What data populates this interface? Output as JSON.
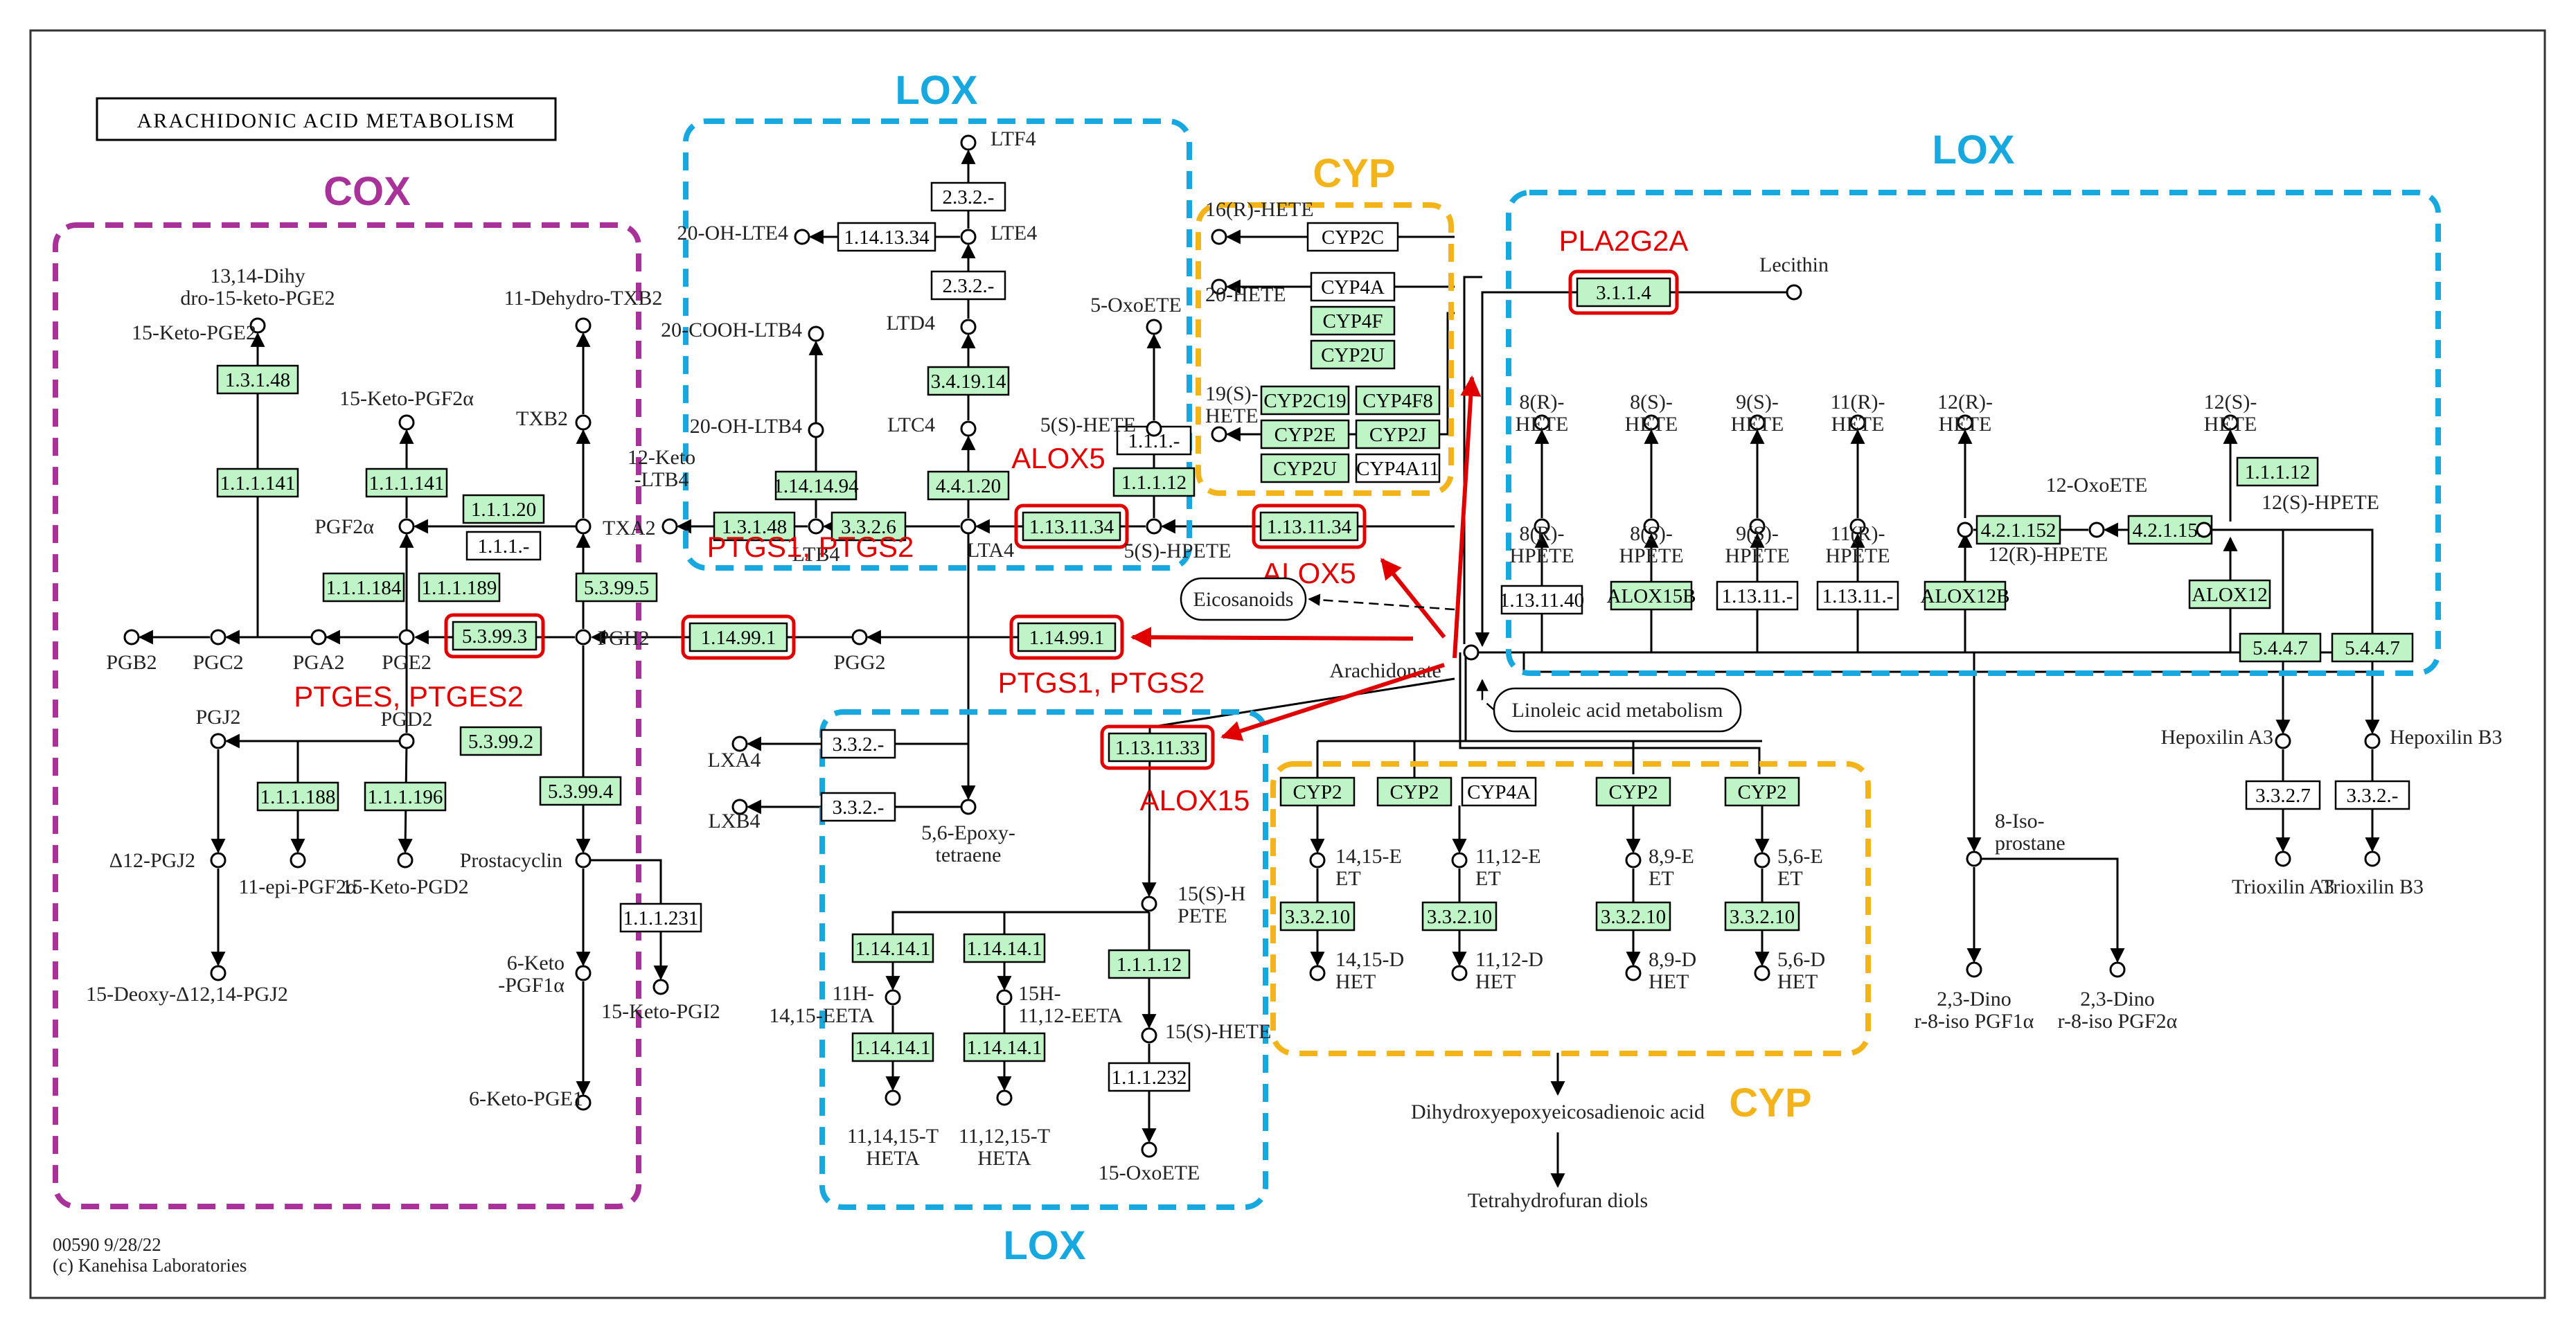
{
  "diagram": {
    "title": "ARACHIDONIC ACID METABOLISM",
    "footer": [
      "00590 9/28/22",
      "(c) Kanehisa Laboratories"
    ],
    "groups": [
      {
        "label": "COX",
        "color": "#a8329a"
      },
      {
        "label": "LOX",
        "color": "#18a8e0"
      },
      {
        "label": "CYP",
        "color": "#f3b41b"
      },
      {
        "label": "LOX",
        "color": "#18a8e0"
      },
      {
        "label": "LOX",
        "color": "#18a8e0"
      },
      {
        "label": "CYP",
        "color": "#f3b41b"
      }
    ],
    "compounds": [
      {
        "id": "ara",
        "text": "Arachidonate"
      },
      {
        "id": "pgh2",
        "text": "PGH2"
      },
      {
        "id": "pgg2",
        "text": "PGG2"
      },
      {
        "id": "pge2",
        "text": "PGE2"
      },
      {
        "id": "pgd2",
        "text": "PGD2"
      },
      {
        "id": "pga2",
        "text": "PGA2"
      },
      {
        "id": "pgc2",
        "text": "PGC2"
      },
      {
        "id": "pgb2",
        "text": "PGB2"
      },
      {
        "id": "pgf2a",
        "text": "PGF2α"
      },
      {
        "id": "pgj2",
        "text": "PGJ2"
      },
      {
        "id": "d12pgj2",
        "text": "Δ12-PGJ2"
      },
      {
        "id": "ddpgj2",
        "text": "15-Deoxy-Δ12,14-PGJ2"
      },
      {
        "id": "epipgf",
        "text": "11-epi-PGF2α"
      },
      {
        "id": "kpgd2",
        "text": "15-Keto-PGD2"
      },
      {
        "id": "kpge2",
        "text": "15-Keto-PGE2"
      },
      {
        "id": "dhkpge2",
        "text": "13,14-Dihydro-15-keto-PGE2"
      },
      {
        "id": "kpgf",
        "text": "15-Keto-PGF2α"
      },
      {
        "id": "txa2",
        "text": "TXA2"
      },
      {
        "id": "txb2",
        "text": "TXB2"
      },
      {
        "id": "dtxb2",
        "text": "11-Dehydro-TXB2"
      },
      {
        "id": "pgi2",
        "text": "Prostacyclin"
      },
      {
        "id": "kpgf1a",
        "text": "6-Keto-PGF1α"
      },
      {
        "id": "kpgi2",
        "text": "15-Keto-PGI2"
      },
      {
        "id": "kpge1",
        "text": "6-Keto-PGE1"
      },
      {
        "id": "lta4",
        "text": "LTA4"
      },
      {
        "id": "ltb4",
        "text": "LTB4"
      },
      {
        "id": "ltc4",
        "text": "LTC4"
      },
      {
        "id": "ltd4",
        "text": "LTD4"
      },
      {
        "id": "lte4",
        "text": "LTE4"
      },
      {
        "id": "ltf4",
        "text": "LTF4"
      },
      {
        "id": "ohlte4",
        "text": "20-OH-LTE4"
      },
      {
        "id": "cooh",
        "text": "20-COOH-LTB4"
      },
      {
        "id": "ohltb4",
        "text": "20-OH-LTB4"
      },
      {
        "id": "kltb4",
        "text": "12-Keto-LTB4"
      },
      {
        "id": "oxoete5",
        "text": "5-OxoETE"
      },
      {
        "id": "hete5s",
        "text": "5(S)-HETE"
      },
      {
        "id": "hpete5s",
        "text": "5(S)-HPETE"
      },
      {
        "id": "lxa4",
        "text": "LXA4"
      },
      {
        "id": "lxb4",
        "text": "LXB4"
      },
      {
        "id": "epoxy",
        "text": "5,6-Epoxy-tetraene"
      },
      {
        "id": "hpete15",
        "text": "15(S)-HPETE"
      },
      {
        "id": "hete15",
        "text": "15(S)-HETE"
      },
      {
        "id": "oxoete15",
        "text": "15-OxoETE"
      },
      {
        "id": "heeta11",
        "text": "11H-14,15-EETA"
      },
      {
        "id": "heeta15",
        "text": "15H-11,12-EETA"
      },
      {
        "id": "theta1",
        "text": "11,14,15-THETA"
      },
      {
        "id": "theta2",
        "text": "11,12,15-THETA"
      },
      {
        "id": "hete16",
        "text": "16(R)-HETE"
      },
      {
        "id": "hete20",
        "text": "20-HETE"
      },
      {
        "id": "hete19",
        "text": "19(S)-HETE"
      },
      {
        "id": "lecithin",
        "text": "Lecithin"
      },
      {
        "id": "hete8r",
        "text": "8(R)-HETE"
      },
      {
        "id": "hete8s",
        "text": "8(S)-HETE"
      },
      {
        "id": "hete9s",
        "text": "9(S)-HETE"
      },
      {
        "id": "hete11r",
        "text": "11(R)-HETE"
      },
      {
        "id": "hete12r",
        "text": "12(R)-HETE"
      },
      {
        "id": "hete12s",
        "text": "12(S)-HETE"
      },
      {
        "id": "hpete8r",
        "text": "8(R)-HPETE"
      },
      {
        "id": "hpete8s",
        "text": "8(S)-HPETE"
      },
      {
        "id": "hpete9s",
        "text": "9(S)-HPETE"
      },
      {
        "id": "hpete11r",
        "text": "11(R)-HPETE"
      },
      {
        "id": "hpete12r",
        "text": "12(R)-HPETE"
      },
      {
        "id": "hpete12s",
        "text": "12(S)-HPETE"
      },
      {
        "id": "oxoete12",
        "text": "12-OxoETE"
      },
      {
        "id": "hepa",
        "text": "Hepoxilin A3"
      },
      {
        "id": "hepb",
        "text": "Hepoxilin B3"
      },
      {
        "id": "trioa",
        "text": "Trioxilin A3"
      },
      {
        "id": "triob",
        "text": "Trioxilin B3"
      },
      {
        "id": "eet14",
        "text": "14,15-EET"
      },
      {
        "id": "eet11",
        "text": "11,12-EET"
      },
      {
        "id": "eet8",
        "text": "8,9-EET"
      },
      {
        "id": "eet5",
        "text": "5,6-EET"
      },
      {
        "id": "dhet14",
        "text": "14,15-DHET"
      },
      {
        "id": "dhet11",
        "text": "11,12-DHET"
      },
      {
        "id": "dhet8",
        "text": "8,9-DHET"
      },
      {
        "id": "dhet5",
        "text": "5,6-DHET"
      },
      {
        "id": "isop",
        "text": "8-Iso-prostane"
      },
      {
        "id": "din1",
        "text": "2,3-Dinor-8-iso PGF1α"
      },
      {
        "id": "din2",
        "text": "2,3-Dinor-8-iso PGF2α"
      },
      {
        "id": "dhe",
        "text": "Dihydroxyepoxyeicosadienoic acid"
      },
      {
        "id": "thf",
        "text": "Tetrahydrofuran diols"
      }
    ],
    "enzymes": [
      "1.3.1.48",
      "1.1.1.141",
      "1.1.1.141",
      "1.1.1.20",
      "1.1.1.-",
      "1.1.1.184",
      "1.1.1.189",
      "5.3.99.5",
      "5.3.99.3",
      "1.14.99.1",
      "5.3.99.2",
      "5.3.99.4",
      "1.1.1.188",
      "1.1.1.196",
      "1.1.1.231",
      "2.3.2.-",
      "2.3.2.-",
      "1.14.13.34",
      "3.4.19.14",
      "1.14.14.94",
      "4.4.1.20",
      "1.3.1.48",
      "3.3.2.6",
      "1.13.11.34",
      "1.1.1.-",
      "1.1.1.12",
      "CYP2C",
      "CYP4A",
      "CYP4F",
      "CYP2U",
      "CYP2C19",
      "CYP4F8",
      "CYP2E",
      "CYP2J",
      "CYP2U",
      "CYP4A11",
      "1.13.11.34",
      "1.14.99.1",
      "1.13.11.33",
      "3.3.2.-",
      "3.3.2.-",
      "1.14.14.1",
      "1.14.14.1",
      "1.1.1.12",
      "1.14.14.1",
      "1.14.14.1",
      "1.1.1.232",
      "3.1.1.4",
      "1.13.11.40",
      "ALOX15B",
      "1.13.11.-",
      "1.13.11.-",
      "ALOX12B",
      "4.2.1.152",
      "4.2.1.152",
      "1.1.1.12",
      "ALOX12",
      "5.4.4.7",
      "5.4.4.7",
      "3.3.2.7",
      "3.3.2.-",
      "CYP2",
      "CYP2",
      "CYP4A",
      "CYP2",
      "CYP2",
      "3.3.2.10",
      "3.3.2.10",
      "3.3.2.10",
      "3.3.2.10"
    ],
    "maps": [
      "Eicosanoids",
      "Linoleic acid metabolism"
    ],
    "annotations": [
      "ALOX5",
      "PTGS1, PTGS2",
      "PTGES, PTGES2",
      "ALOX5",
      "PTGS1, PTGS2",
      "ALOX15",
      "PLA2G2A"
    ]
  }
}
